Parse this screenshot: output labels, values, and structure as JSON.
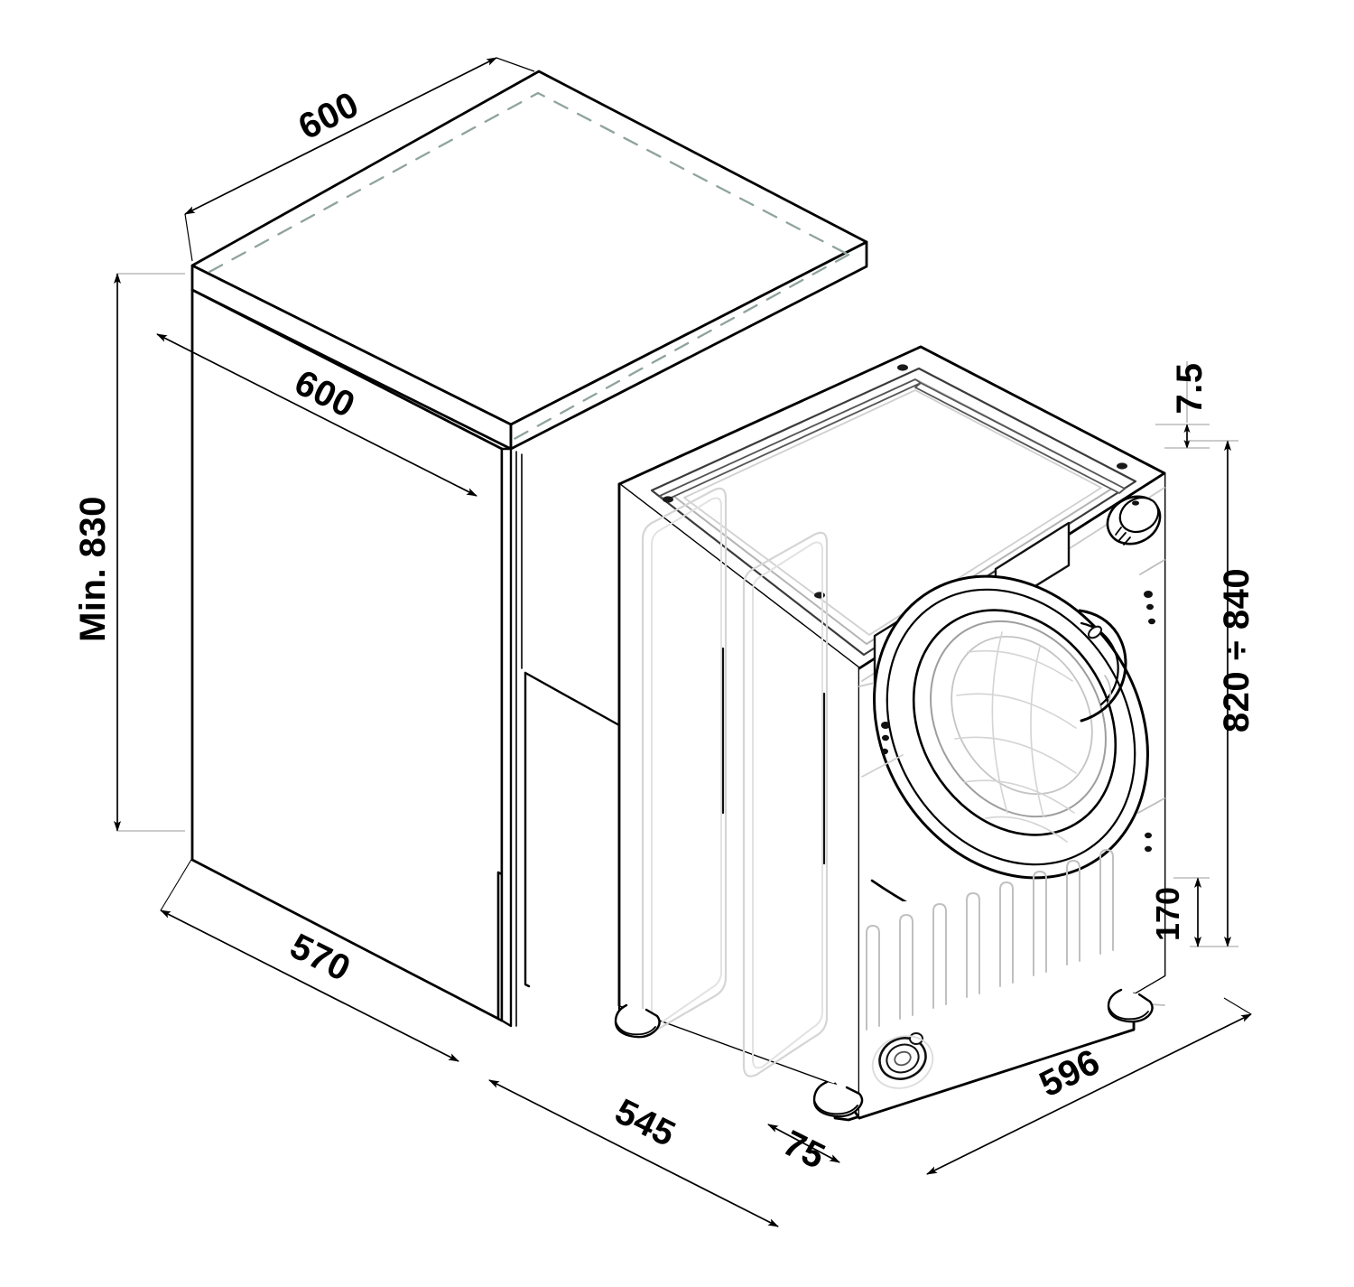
{
  "drawing": {
    "kind": "technical-installation-drawing",
    "subject": "Built-in front-loading washing machine and kitchen cabinet niche",
    "projection": "isometric",
    "units": "mm",
    "background_color": "#ffffff",
    "line_color": "#000000",
    "hidden_line_color": "#8fa39d",
    "detail_line_color": "#c8c8c8"
  },
  "dimensions": {
    "cabinet_top_depth": "600",
    "cabinet_side_depth": "600",
    "cabinet_height_min": "Min. 830",
    "cabinet_inner_depth": "570",
    "niche_front_depth": "545",
    "plinth_offset": "75",
    "top_gap": "7.5",
    "appliance_height_range": "820 ÷ 840",
    "plinth_height": "170",
    "appliance_width": "596"
  },
  "labels": [
    {
      "id": "d-600-top",
      "text": "600",
      "name": "dimension-label-top-depth"
    },
    {
      "id": "d-600-side",
      "text": "600",
      "name": "dimension-label-side-depth"
    },
    {
      "id": "d-min830",
      "text": "Min. 830",
      "name": "dimension-label-min-height"
    },
    {
      "id": "d-570",
      "text": "570",
      "name": "dimension-label-inner-depth"
    },
    {
      "id": "d-545",
      "text": "545",
      "name": "dimension-label-front-depth"
    },
    {
      "id": "d-75",
      "text": "75",
      "name": "dimension-label-plinth-offset"
    },
    {
      "id": "d-75-top",
      "text": "7.5",
      "name": "dimension-label-top-gap"
    },
    {
      "id": "d-820-840",
      "text": "820 ÷ 840",
      "name": "dimension-label-height-range"
    },
    {
      "id": "d-170",
      "text": "170",
      "name": "dimension-label-plinth-height"
    },
    {
      "id": "d-596",
      "text": "596",
      "name": "dimension-label-width"
    }
  ],
  "appliance": {
    "type": "washing-machine",
    "features": [
      "control-knob",
      "detergent-drawer",
      "display-panel",
      "porthole-door",
      "door-handle",
      "drum",
      "plinth-vent-slots",
      "drain-filter-cap",
      "adjustable-feet",
      "side-panel-embossing"
    ]
  },
  "cabinet": {
    "type": "worktop-and-side-panel-niche",
    "features": [
      "worktop-slab",
      "worktop-edge",
      "hidden-edge-dashed",
      "side-panel",
      "back-panel",
      "plinth-notch"
    ]
  }
}
